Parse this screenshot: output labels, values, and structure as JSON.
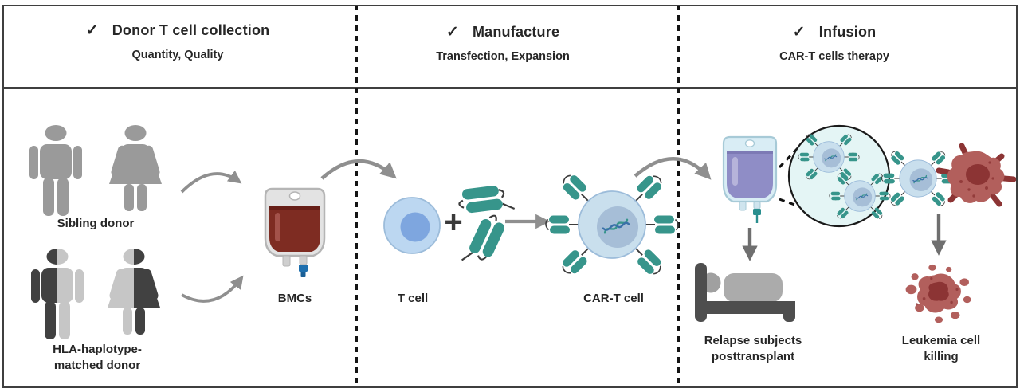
{
  "panels": [
    {
      "check": "✓",
      "title": "Donor T cell collection",
      "subtitle": "Quantity, Quality"
    },
    {
      "check": "✓",
      "title": "Manufacture",
      "subtitle": "Transfection, Expansion"
    },
    {
      "check": "✓",
      "title": "Infusion",
      "subtitle": "CAR-T cells therapy"
    }
  ],
  "labels": {
    "sibling_donor": "Sibling donor",
    "hla_line1": "HLA-haplotype-",
    "hla_line2": "matched donor",
    "bmcs": "BMCs",
    "t_cell": "T cell",
    "plus": "+",
    "car_t_cell": "CAR-T cell",
    "relapse_line1": "Relapse subjects",
    "relapse_line2": "posttransplant",
    "leukemia_line1": "Leukemia cell",
    "leukemia_line2": "killing"
  },
  "colors": {
    "ink": "#262626",
    "line": "#3f3f3f",
    "teal": "#37958b",
    "tealDark": "#1f6059",
    "cellBlue": "#bcd7f1",
    "cellBlueStroke": "#9cbcda",
    "nucleusBlue": "#7ea6df",
    "cartCellFill": "#c9dfed",
    "cartNucleus": "#a6bed7",
    "dnaBlue": "#3a70a8",
    "blood": "#7e2c22",
    "bloodDark": "#671f18",
    "bloodHighlight": "#a3524a",
    "bagGray": "#e3e3e3",
    "bagStroke": "#b5b5b5",
    "valveBlue": "#1e6fae",
    "lavender": "#8f8dc6",
    "lavenderDark": "#7d7ab5",
    "lavenderLight": "#b6b4da",
    "infusionBagFill": "#d9edf5",
    "infusionBagStroke": "#a7cad7",
    "grayFigure": "#9a9a9a",
    "darkFigure": "#414141",
    "lightFigure": "#c6c6c6",
    "arrowGray": "#8f8f8f",
    "arrowDark": "#6f6f6f",
    "bedDark": "#4e4e4e",
    "bedLight": "#ababab",
    "leukemiaBody": "#b25f5c",
    "leukemiaDark": "#8c3434",
    "magnifierFill": "#e4f5f5"
  }
}
